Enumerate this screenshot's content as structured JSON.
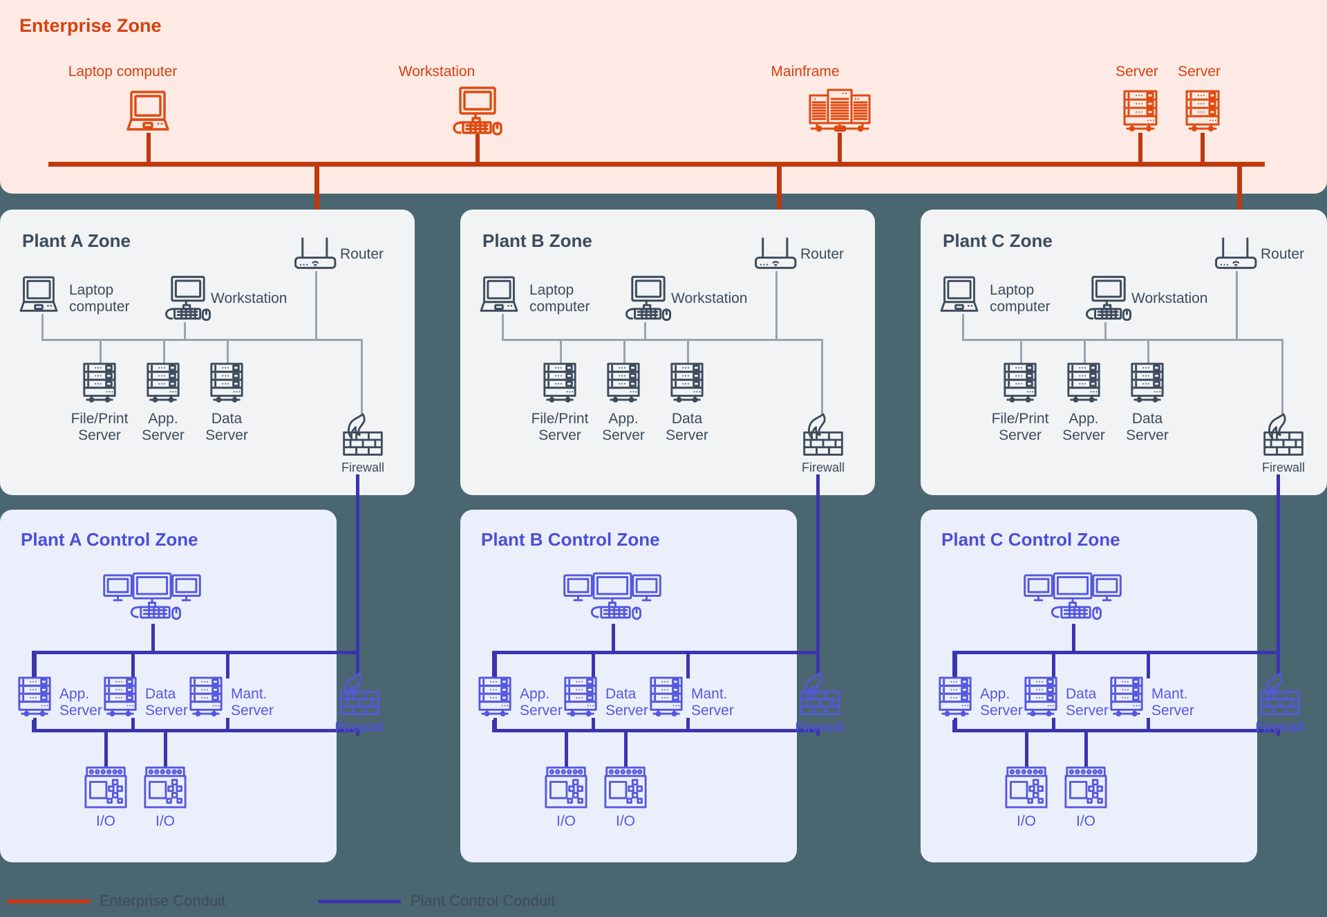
{
  "colors": {
    "page_background": "#4a6670",
    "enterprise_accent": "#d6400f",
    "enterprise_zone_bg": "#fdeae4",
    "plant_zone_bg": "#f1f3f5",
    "plant_accent": "#3d4b5c",
    "control_zone_bg": "#ebeffc",
    "control_accent": "#4b4fd6",
    "enterprise_conduit": "#c0390d",
    "plant_control_conduit": "#3b34b0",
    "plant_link": "#9aa4ae"
  },
  "enterprise_zone": {
    "title": "Enterprise Zone",
    "nodes": [
      {
        "label": "Laptop computer",
        "icon": "laptop-icon"
      },
      {
        "label": "Workstation",
        "icon": "workstation-icon"
      },
      {
        "label": "Mainframe",
        "icon": "mainframe-icon"
      },
      {
        "label": "Server",
        "icon": "server-icon"
      },
      {
        "label": "Server",
        "icon": "server-icon"
      }
    ]
  },
  "plant_zones": [
    {
      "title": "Plant A Zone",
      "router_label": "Router",
      "laptop_label": "Laptop\ncomputer",
      "workstation_label": "Workstation",
      "servers": [
        "File/Print\nServer",
        "App.\nServer",
        "Data\nServer"
      ],
      "firewall_label": "Firewall"
    },
    {
      "title": "Plant B Zone",
      "router_label": "Router",
      "laptop_label": "Laptop\ncomputer",
      "workstation_label": "Workstation",
      "servers": [
        "File/Print\nServer",
        "App.\nServer",
        "Data\nServer"
      ],
      "firewall_label": "Firewall"
    },
    {
      "title": "Plant C Zone",
      "router_label": "Router",
      "laptop_label": "Laptop\ncomputer",
      "workstation_label": "Workstation",
      "servers": [
        "File/Print\nServer",
        "App.\nServer",
        "Data\nServer"
      ],
      "firewall_label": "Firewall"
    }
  ],
  "control_zones": [
    {
      "title": "Plant A Control Zone",
      "hmi_icon": "multi-monitor-workstation-icon",
      "servers": [
        "App.\nServer",
        "Data\nServer",
        "Mant.\nServer"
      ],
      "io_modules": [
        "I/O",
        "I/O"
      ],
      "firewall_label": "Firewall"
    },
    {
      "title": "Plant B Control Zone",
      "hmi_icon": "multi-monitor-workstation-icon",
      "servers": [
        "App.\nServer",
        "Data\nServer",
        "Mant.\nServer"
      ],
      "io_modules": [
        "I/O",
        "I/O"
      ],
      "firewall_label": "Firewall"
    },
    {
      "title": "Plant C Control Zone",
      "hmi_icon": "multi-monitor-workstation-icon",
      "servers": [
        "App.\nServer",
        "Data\nServer",
        "Mant.\nServer"
      ],
      "io_modules": [
        "I/O",
        "I/O"
      ],
      "firewall_label": "Firewall"
    }
  ],
  "legend": {
    "items": [
      {
        "label": "Enterprise Conduit",
        "color": "#c0390d"
      },
      {
        "label": "Plant Control Conduit",
        "color": "#3b34b0"
      }
    ]
  }
}
